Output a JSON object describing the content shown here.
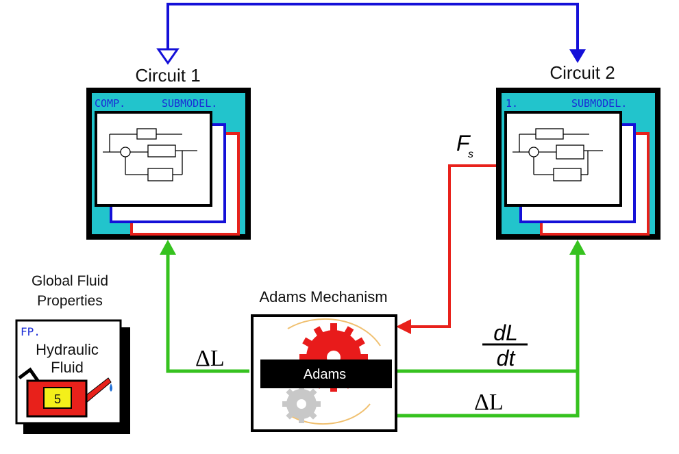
{
  "circuit1": {
    "title": "Circuit 1",
    "header_left": "COMP.",
    "header_right": "SUBMODEL."
  },
  "circuit2": {
    "title": "Circuit 2",
    "header_left": "1.",
    "header_right": "SUBMODEL."
  },
  "fluid": {
    "title_line1": "Global Fluid",
    "title_line2": "Properties",
    "tag": "FP.",
    "line1": "Hydraulic",
    "line2": "Fluid",
    "number": "5"
  },
  "adams": {
    "title": "Adams Mechanism",
    "label": "Adams"
  },
  "signals": {
    "force_symbol": "F",
    "force_subscript": "s",
    "delta_left": "ΔL",
    "deriv_num": "dL",
    "deriv_den": "dt",
    "delta_right": "ΔL"
  },
  "colors": {
    "link_blue": "#1410d8",
    "force_red": "#e8211b",
    "feedback_green": "#36c21f",
    "panel_cyan": "#22c4cc",
    "gear_red": "#e81b1b"
  }
}
